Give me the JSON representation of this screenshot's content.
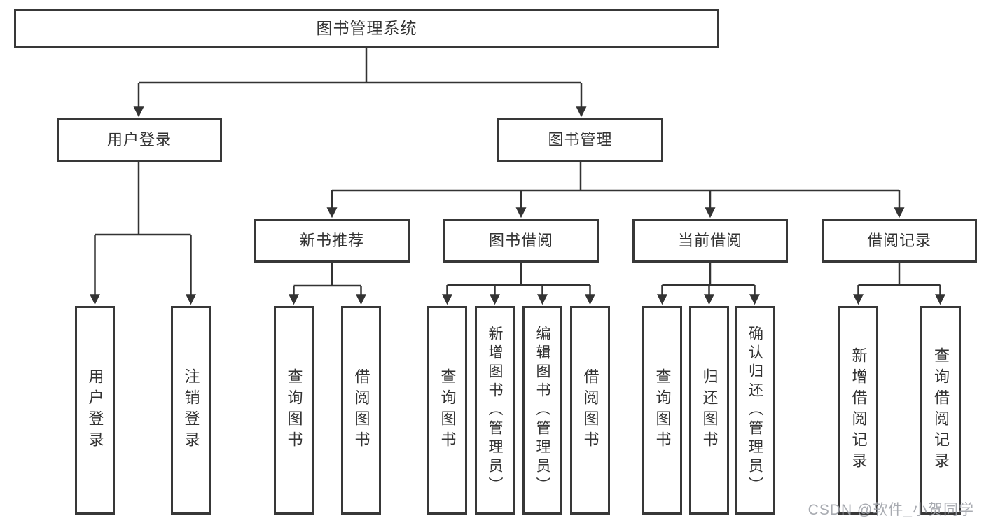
{
  "diagram": {
    "type": "tree-structure-diagram",
    "colors": {
      "line": "#333333",
      "box_border": "#383838",
      "text": "#333333",
      "background": "#ffffff",
      "watermark": "#9ea2a8"
    },
    "watermark": "CSDN @软件_小贺同学"
  },
  "tree": {
    "label": "图书管理系统",
    "children": [
      {
        "label": "用户登录",
        "children": [
          {
            "label": "用户登录"
          },
          {
            "label": "注销登录"
          }
        ]
      },
      {
        "label": "图书管理",
        "children": [
          {
            "label": "新书推荐",
            "children": [
              {
                "label": "查询图书"
              },
              {
                "label": "借阅图书"
              }
            ]
          },
          {
            "label": "图书借阅",
            "children": [
              {
                "label": "查询图书"
              },
              {
                "label": "新增图书（管理员）"
              },
              {
                "label": "编辑图书（管理员）"
              },
              {
                "label": "借阅图书"
              }
            ]
          },
          {
            "label": "当前借阅",
            "children": [
              {
                "label": "查询图书"
              },
              {
                "label": "归还图书"
              },
              {
                "label": "确认归还（管理员）"
              }
            ]
          },
          {
            "label": "借阅记录",
            "children": [
              {
                "label": "新增借阅记录"
              },
              {
                "label": "查询借阅记录"
              }
            ]
          }
        ]
      }
    ]
  }
}
